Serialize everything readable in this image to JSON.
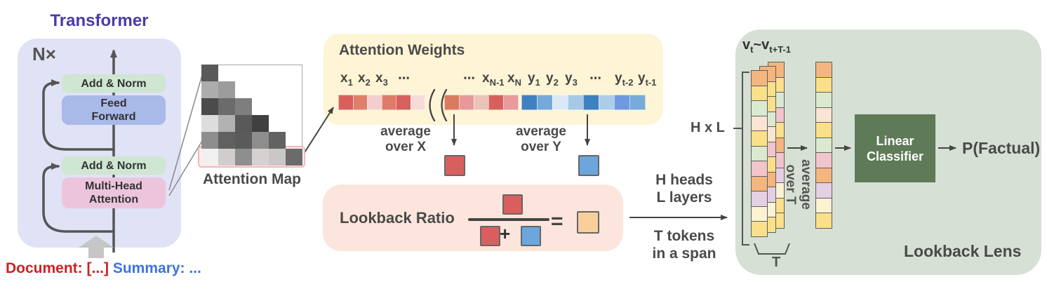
{
  "transformer": {
    "title": "Transformer",
    "repeat_label": "N×",
    "add_norm_top": "Add & Norm",
    "feed_forward_line1": "Feed",
    "feed_forward_line2": "Forward",
    "add_norm_bottom": "Add & Norm",
    "mha_line1": "Multi-Head",
    "mha_line2": "Attention",
    "input_document": "Document: [...]",
    "input_summary": " Summary: ...",
    "colors": {
      "panel": "#e0e2f5",
      "add_norm": "#cfe6d2",
      "feed_forward": "#a9b9e8",
      "mha": "#ecc5dd",
      "title": "#473ca8",
      "document_red": "#cc2222",
      "summary_blue": "#3b74e0"
    }
  },
  "attention_map": {
    "label": "Attention Map",
    "rows": [
      [
        "#595959"
      ],
      [
        "#acacac",
        "#9c9c9c"
      ],
      [
        "#4b4b4b",
        "#6b6b6b",
        "#7e7e7e"
      ],
      [
        "#dddddd",
        "#b1b1b1",
        "#595959",
        "#404040"
      ],
      [
        "#8e8e8e",
        "#606060",
        "#5a5a5a",
        "#8e8e8e",
        "#626262"
      ],
      [
        "#f2f0ef",
        "#d0cdcc",
        "#8e8e8e",
        "#d4d1d0",
        "#cac7c6",
        "#6b6b6b"
      ]
    ],
    "highlight_border": "#f3b6ba",
    "highlight_fill": "#fdecec"
  },
  "attention_weights": {
    "title": "Attention Weights",
    "panel_color": "#fdf5d6",
    "tokens": [
      {
        "base": "x",
        "sub": "1"
      },
      {
        "base": "x",
        "sub": "2"
      },
      {
        "base": "x",
        "sub": "3"
      },
      {
        "dots": "⋯"
      },
      {
        "dots": "⋯"
      },
      {
        "base": "x",
        "sub": "N-1"
      },
      {
        "base": "x",
        "sub": "N"
      },
      {
        "base": "y",
        "sub": "1"
      },
      {
        "base": "y",
        "sub": "2"
      },
      {
        "base": "y",
        "sub": "3"
      },
      {
        "dots": "⋯"
      },
      {
        "base": "y",
        "sub": "t-2"
      },
      {
        "base": "y",
        "sub": "t-1"
      }
    ],
    "strip_left": [
      "#d7605c",
      "#df7f6b",
      "#f4cecd",
      "#e07a69",
      "#d7615c",
      "#f6dbd9"
    ],
    "strip_right": [
      "#dc7a5e",
      "#e79a99",
      "#ebc3b8",
      "#d7605c",
      "#e89a9c"
    ],
    "strip_blue": [
      "#3f80c1",
      "#76a9d9",
      "#dce8f5",
      "#a5c9e7",
      "#3f80c1",
      "#accce9",
      "#6f9ae2",
      "#76abda"
    ],
    "avg_x_line1": "average",
    "avg_x_line2": "over X",
    "avg_y_line1": "average",
    "avg_y_line2": "over Y",
    "red_square": "#d95f5f",
    "blue_square": "#6ca6dd"
  },
  "lookback_ratio": {
    "label": "Lookback Ratio",
    "panel_color": "#fce5dc",
    "plus": "+",
    "equals": "=",
    "red_square": "#d95f5f",
    "blue_square": "#6ca6dd",
    "result_square": "#f8cf9b"
  },
  "flow": {
    "line1": "H heads",
    "line2": "L layers",
    "line3": "T tokens",
    "line4": "in a span"
  },
  "lookback_lens": {
    "panel_color": "#d6e0d4",
    "vector_label": [
      {
        "base": "v",
        "sub": "t"
      },
      {
        "base": "~"
      },
      {
        "base": "v",
        "sub": "t+T-1"
      }
    ],
    "hxl_label": "H x L",
    "t_label": "T",
    "avg_t_line1": "average",
    "avg_t_line2": "over T",
    "classifier_line1": "Linear",
    "classifier_line2": "Classifier",
    "classifier_color": "#5e7a57",
    "output_label": "P(Factual)",
    "panel_label": "Lookback Lens",
    "columns_back": [
      "#f5b57e",
      "#fbe08a",
      "#dbe9d0",
      "#f2c4cb",
      "#fbe08a",
      "#f5b57e",
      "#f2c4cb",
      "#e5cfe4",
      "#fdf3d3",
      "#fbe08a",
      "#fbe08a"
    ],
    "columns_middle": [
      "#f5b57e",
      "#fbe08a",
      "#fbe08a",
      "#dbe9d0",
      "#fae4d3",
      "#f2c4cb",
      "#fbe08a",
      "#f5b57e",
      "#e5cfe4",
      "#fdf3d3",
      "#fbe08a"
    ],
    "columns_front": [
      "#f5b57e",
      "#fbe08a",
      "#dbe9d0",
      "#fae4d3",
      "#fbe08a",
      "#dbe9d0",
      "#f2c4cb",
      "#f5b57e",
      "#e5cfe4",
      "#fdf3d3",
      "#fbe08a"
    ],
    "column_avg": [
      "#f5b57e",
      "#fbe08a",
      "#dbe9d0",
      "#fae4d3",
      "#fbe08a",
      "#dbe9d0",
      "#f2c4cb",
      "#f5b57e",
      "#e5cfe4",
      "#fdf3d3",
      "#fbe08a"
    ]
  }
}
